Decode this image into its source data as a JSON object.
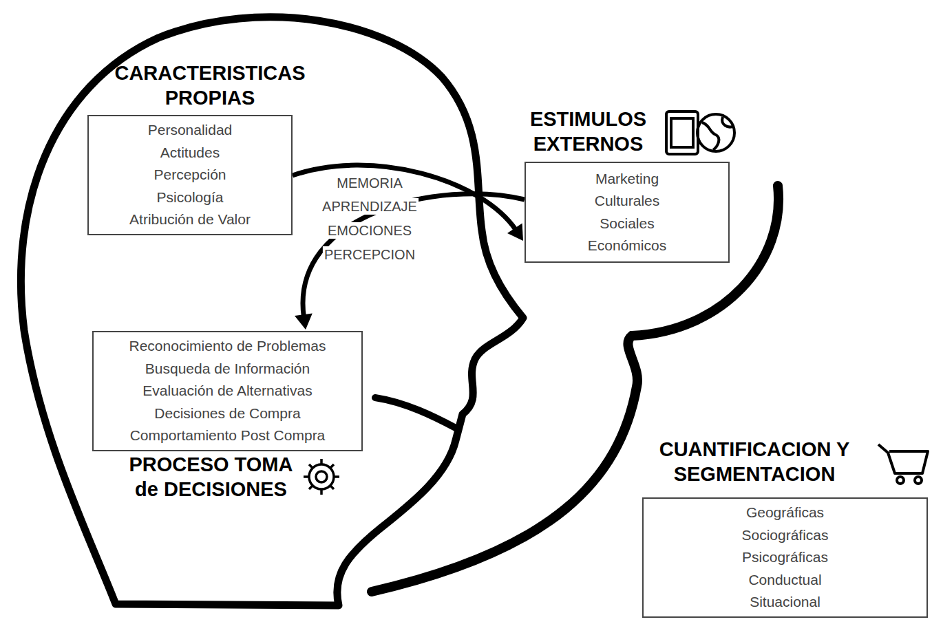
{
  "diagram": {
    "nodes": [
      {
        "text": [
          "CARACTERISTICAS PROPIAS",
          "Personalidad",
          "Actitudes",
          "Percepción",
          "Psicología",
          "Atribución de Valor"
        ]
      },
      {
        "text": [
          "ESTIMULOS EXTERNOS",
          "Marketing",
          "Culturales",
          "Sociales",
          "Económicos"
        ]
      },
      {
        "text": [
          "PROCESO TOMA de DECISIONES",
          "Reconocimiento de Problemas",
          "Busqueda de Información",
          "Evaluación de Alternativas",
          "Decisiones de Compra",
          "Comportamiento Post Compra"
        ]
      },
      {
        "text": [
          "CUANTIFICACION Y SEGMENTACION",
          "Geográficas",
          "Sociográficas",
          "Psicográficas",
          "Conductual",
          "Situacional"
        ]
      }
    ],
    "edges": [
      {
        "from": 0,
        "to": 1,
        "arrow": "to"
      },
      {
        "from": 1,
        "to": 2,
        "arrow": "to"
      }
    ],
    "labels": [
      "MEMORIA",
      "APRENDIZAJE",
      "EMOCIONES",
      "PERCEPCION"
    ]
  }
}
